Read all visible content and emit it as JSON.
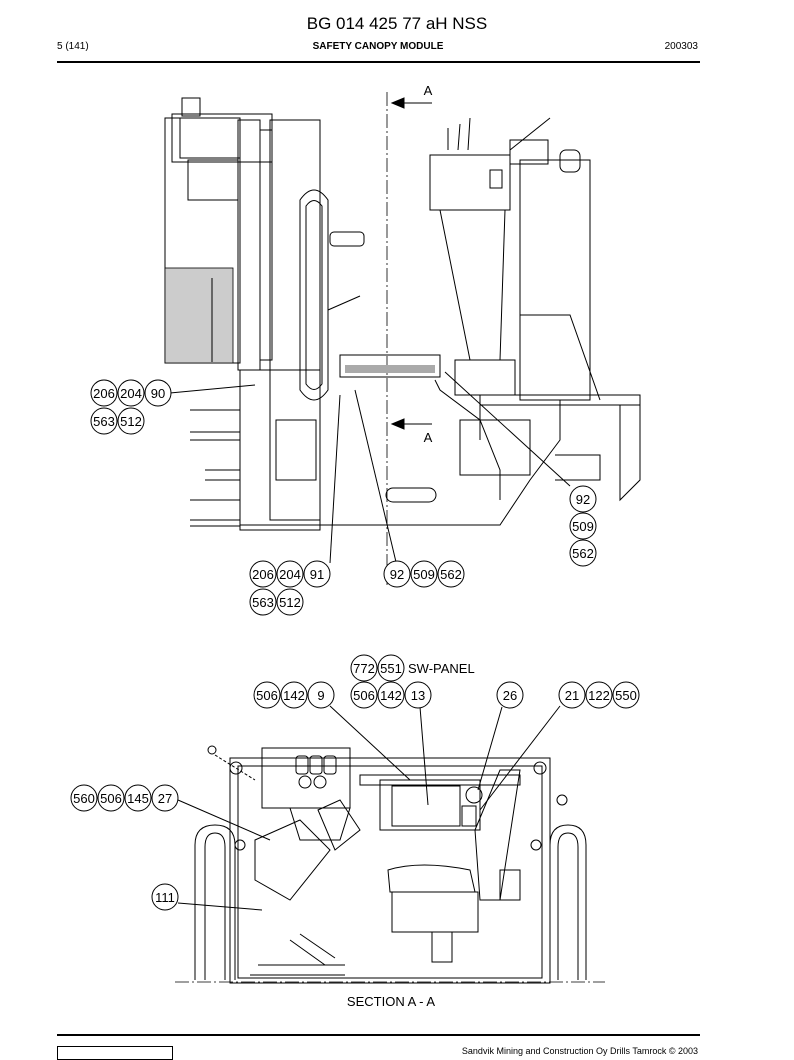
{
  "header": {
    "title": "BG 014 425 77 aH NSS",
    "page": "5 (141)",
    "module": "SAFETY CANOPY MODULE",
    "date": "200303"
  },
  "view_top": {
    "section_marks": [
      "A",
      "A"
    ],
    "callout_groups": [
      [
        "206",
        "204",
        "90"
      ],
      [
        "563",
        "512"
      ],
      [
        "92",
        "509",
        "562"
      ],
      [
        "206",
        "204",
        "91"
      ],
      [
        "92",
        "509",
        "562"
      ],
      [
        "563",
        "512"
      ]
    ]
  },
  "view_section": {
    "callout_groups": [
      [
        "772",
        "551"
      ],
      [
        "506",
        "142",
        "9"
      ],
      [
        "506",
        "142",
        "13"
      ],
      [
        "26"
      ],
      [
        "21",
        "122",
        "550"
      ],
      [
        "560",
        "506",
        "145",
        "27"
      ],
      [
        "111"
      ]
    ],
    "panel_label": "SW-PANEL",
    "caption": "SECTION A - A"
  },
  "footer": {
    "right_text": "Sandvik Mining and Construction Oy Drills Tamrock © 2003"
  }
}
